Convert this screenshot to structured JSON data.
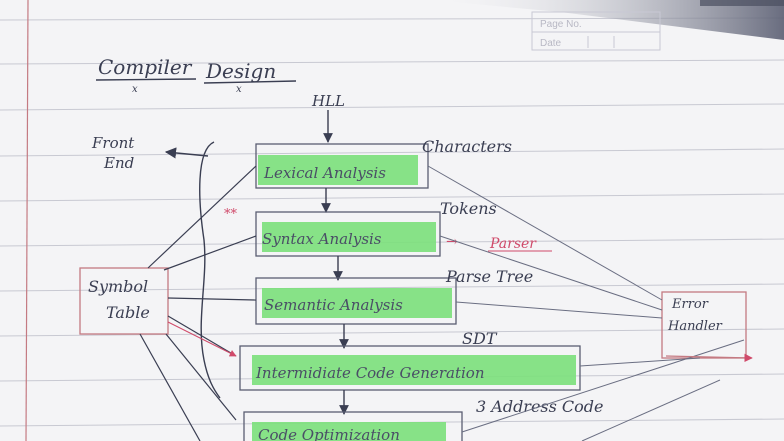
{
  "page_header": {
    "page_no_label": "Page No.",
    "date_label": "Date"
  },
  "title": {
    "word1": "Compiler",
    "word2": "Design",
    "mark1": "x",
    "mark2": "x"
  },
  "input_label": "HLL",
  "front_end": {
    "line1": "Front",
    "line2": "End"
  },
  "symbol_table": {
    "line1": "Symbol",
    "line2": "Table"
  },
  "error_handler": {
    "line1": "Error",
    "line2": "Handler"
  },
  "phases": [
    {
      "label": "Lexical Analysis"
    },
    {
      "label": "Syntax Analysis"
    },
    {
      "label": "Semantic Analysis"
    },
    {
      "label": "Intermidiate Code Generation"
    },
    {
      "label": "Code Optimization"
    }
  ],
  "outputs": [
    "Characters",
    "Tokens",
    "Parse Tree",
    "SDT",
    "3 Address Code"
  ],
  "parser_note": {
    "arrow": "→",
    "text": "Parser"
  },
  "star_marks": "**",
  "colors": {
    "highlight": "#7be07b",
    "ink": "#3a3e52",
    "red_ink": "#d04a6a",
    "rule_line": "#c8c9d2",
    "margin_line": "#c47a82"
  }
}
